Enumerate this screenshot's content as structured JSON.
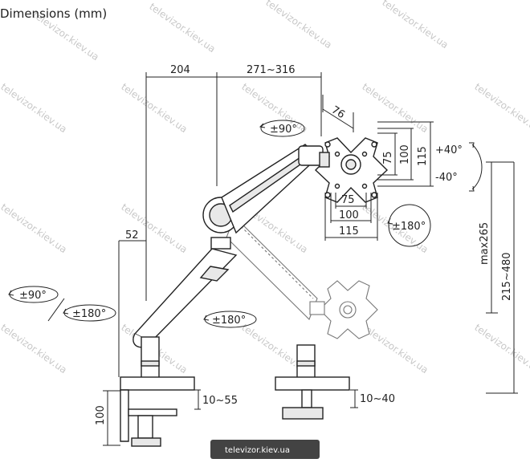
{
  "title": "Dimensions (mm)",
  "dimensions": {
    "top_left": "204",
    "top_right": "271~316",
    "plate_offset": "76",
    "vesa_inner_v": "75",
    "vesa_outer_v": "100",
    "vesa_max_v": "115",
    "vesa_inner_h": "75",
    "vesa_outer_h": "100",
    "vesa_max_h": "115",
    "pole_offset": "52",
    "height_max": "max265",
    "height_range": "215~480",
    "clamp_height": "100",
    "clamp_thickness": "10~55",
    "grommet_thickness": "10~40"
  },
  "rotations": {
    "arm_swivel_top": "±90°",
    "tilt_up": "+40°",
    "tilt_down": "-40°",
    "plate_rotate": "±180°",
    "base_swivel": "±90°",
    "lower_rotate": "±180°",
    "joint_rotate": "±180°"
  },
  "watermark": "televizor.kiev.ua",
  "footer": "televizor.kiev.ua"
}
